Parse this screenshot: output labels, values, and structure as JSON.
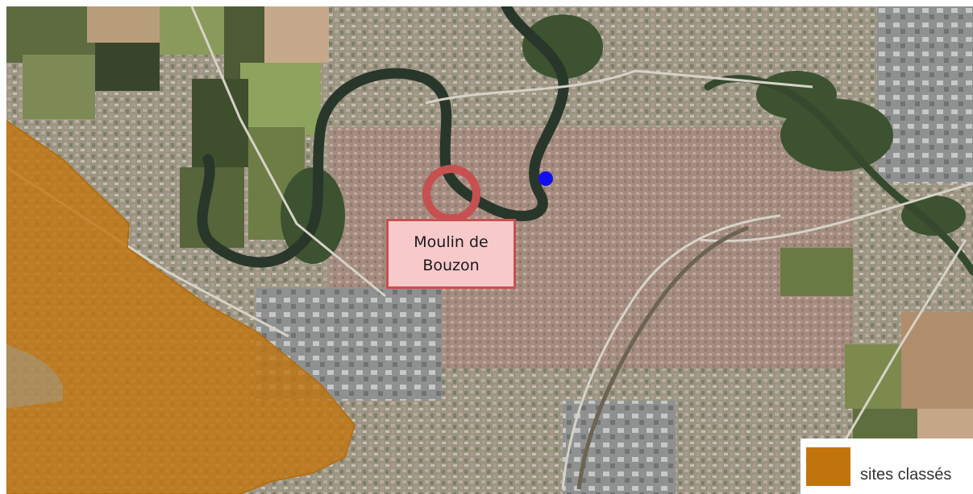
{
  "map": {
    "marker": {
      "label_line1": "Moulin de",
      "label_line2": "Bouzon",
      "color": "#c75050",
      "fill": "#f8c9cb"
    },
    "point_marker": {
      "color": "#1010ee"
    },
    "classified_area_color": "#c2740c",
    "legend": {
      "items": [
        {
          "label": "sites classés",
          "color": "#c2740c"
        }
      ]
    }
  }
}
